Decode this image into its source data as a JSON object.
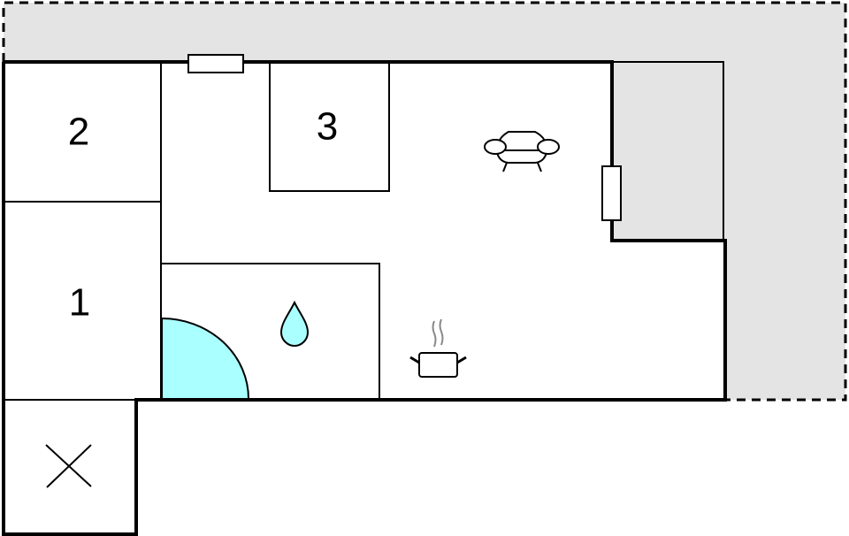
{
  "plan": {
    "type": "floor-plan",
    "colors": {
      "background": "#ffffff",
      "outdoor_area": "#e4e4e4",
      "wall": "#000000",
      "water": "#aaffff",
      "steam": "#888888"
    },
    "rooms": [
      {
        "id": "room-1",
        "label": "1"
      },
      {
        "id": "room-2",
        "label": "2"
      },
      {
        "id": "room-3",
        "label": "3"
      }
    ],
    "icons": [
      {
        "name": "sofa-icon",
        "meaning": "living room"
      },
      {
        "name": "water-drop-icon",
        "meaning": "bathroom"
      },
      {
        "name": "cooking-pot-icon",
        "meaning": "kitchen"
      },
      {
        "name": "cross-icon",
        "meaning": "storage / technical room"
      }
    ],
    "features": [
      {
        "name": "window-top",
        "meaning": "window"
      },
      {
        "name": "window-right",
        "meaning": "window"
      },
      {
        "name": "shower-quarter-circle",
        "meaning": "shower"
      },
      {
        "name": "terrace",
        "meaning": "outdoor terrace (dashed boundary)"
      }
    ]
  }
}
